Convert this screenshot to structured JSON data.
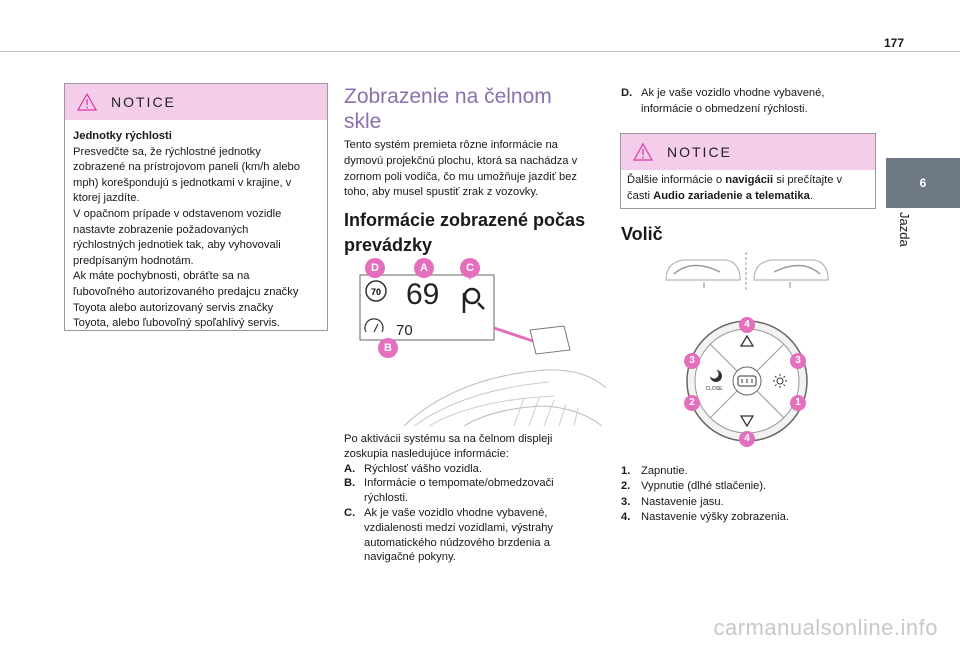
{
  "page": {
    "number": "177",
    "chapter_number": "6",
    "chapter_label": "Jazda"
  },
  "notice1": {
    "title": "NOTICE",
    "heading": "Jednotky rýchlosti",
    "lines": [
      "Presvedčte sa, že rýchlostné jednotky",
      "zobrazené na prístrojovom paneli (km/h alebo",
      "mph) korešpondujú s jednotkami v krajine, v",
      "ktorej jazdíte.",
      "V opačnom prípade v odstavenom vozidle",
      "nastavte zobrazenie požadovaných",
      "rýchlostných jednotiek tak, aby vyhovovali",
      "predpísaným hodnotám.",
      "Ak máte pochybnosti, obráťte sa na",
      "ľubovoľného autorizovaného predajcu značky",
      "Toyota alebo autorizovaný servis značky",
      "Toyota, alebo ľubovoľný spoľahlivý servis."
    ]
  },
  "middle": {
    "title_line1": "Zobrazenie na čelnom",
    "title_line2": "skle",
    "intro_lines": [
      "Tento systém premieta rôzne informácie na",
      "dymovú projekčnú plochu, ktorá sa nachádza v",
      "zornom poli vodiča, čo mu umožňuje jazdiť bez",
      "toho, aby musel spustiť zrak z vozovky."
    ],
    "subtitle_line1": "Informácie zobrazené počas",
    "subtitle_line2": "prevádzky",
    "figure": {
      "callout_d": "D",
      "callout_a": "A",
      "callout_c": "C",
      "callout_b": "B",
      "speed_limit": "70",
      "speed": "69",
      "cruise_speed": "70"
    },
    "after_lines": [
      "Po aktivácii systému sa na čelnom displeji",
      "zoskupia nasledujúce informácie:"
    ],
    "items": [
      {
        "key": "A.",
        "lines": [
          "Rýchlosť vášho vozidla."
        ]
      },
      {
        "key": "B.",
        "lines": [
          "Informácie o tempomate/obmedzovači",
          "rýchlosti."
        ]
      },
      {
        "key": "C.",
        "lines": [
          "Ak je vaše vozidlo vhodne vybavené,",
          "vzdialenosti medzi vozidlami, výstrahy",
          "automatického núdzového brzdenia a",
          "navigačné pokyny."
        ]
      }
    ]
  },
  "right": {
    "item_d": {
      "key": "D.",
      "lines": [
        "Ak je vaše vozidlo vhodne vybavené,",
        "informácie o obmedzení rýchlosti."
      ]
    },
    "notice": {
      "title": "NOTICE",
      "line1_pre": "Ďalšie informácie o ",
      "line1_bold": "navigácii",
      "line1_post": " si prečítajte v",
      "line2_pre": "časti ",
      "line2_bold": "Audio zariadenie a telematika",
      "line2_post": "."
    },
    "heading": "Volič",
    "dial": {
      "n1": "1",
      "n2": "2",
      "n3a": "3",
      "n3b": "3",
      "n4a": "4",
      "n4b": "4",
      "close": "CLOSE"
    },
    "items": [
      {
        "key": "1.",
        "text": "Zapnutie."
      },
      {
        "key": "2.",
        "text": "Vypnutie (dlhé stlačenie)."
      },
      {
        "key": "3.",
        "text": "Nastavenie jasu."
      },
      {
        "key": "4.",
        "text": "Nastavenie výšky zobrazenia."
      }
    ]
  },
  "watermark": "carmanualsonline.info"
}
